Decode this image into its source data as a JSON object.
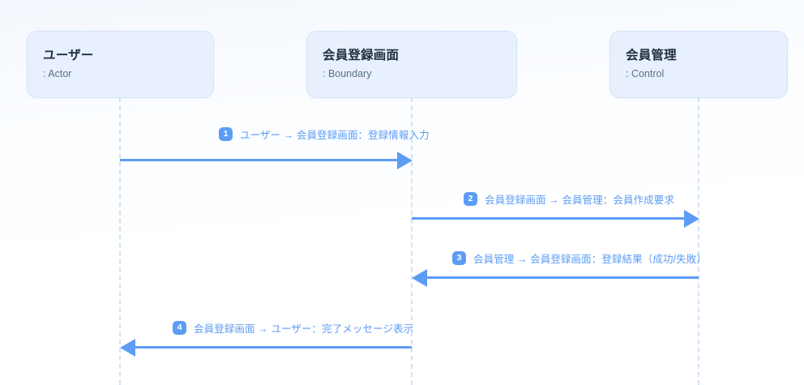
{
  "diagram": {
    "type": "sequence-diagram",
    "colors": {
      "accent": "#5d9cf5",
      "participant_fill": "#e7f0fc",
      "participant_border": "#d4e4f8",
      "lifeline": "#cfe2fa",
      "name_text": "#1f2d3d",
      "stereotype_text": "#5b7189"
    },
    "participants": [
      {
        "name": "ユーザー",
        "stereotype": ": Actor"
      },
      {
        "name": "会員登録画面",
        "stereotype": ": Boundary"
      },
      {
        "name": "会員管理",
        "stereotype": ": Control"
      }
    ],
    "messages": [
      {
        "number": "1",
        "label": "ユーザー → 会員登録画面：登録情報入力",
        "from": "ユーザー",
        "to": "会員登録画面",
        "direction": "right"
      },
      {
        "number": "2",
        "label": "会員登録画面 → 会員管理：会員作成要求",
        "from": "会員登録画面",
        "to": "会員管理",
        "direction": "right"
      },
      {
        "number": "3",
        "label": "会員管理 → 会員登録画面：登録結果（成功/失敗）",
        "from": "会員管理",
        "to": "会員登録画面",
        "direction": "left"
      },
      {
        "number": "4",
        "label": "会員登録画面 → ユーザー：完了メッセージ表示",
        "from": "会員登録画面",
        "to": "ユーザー",
        "direction": "left"
      }
    ]
  }
}
